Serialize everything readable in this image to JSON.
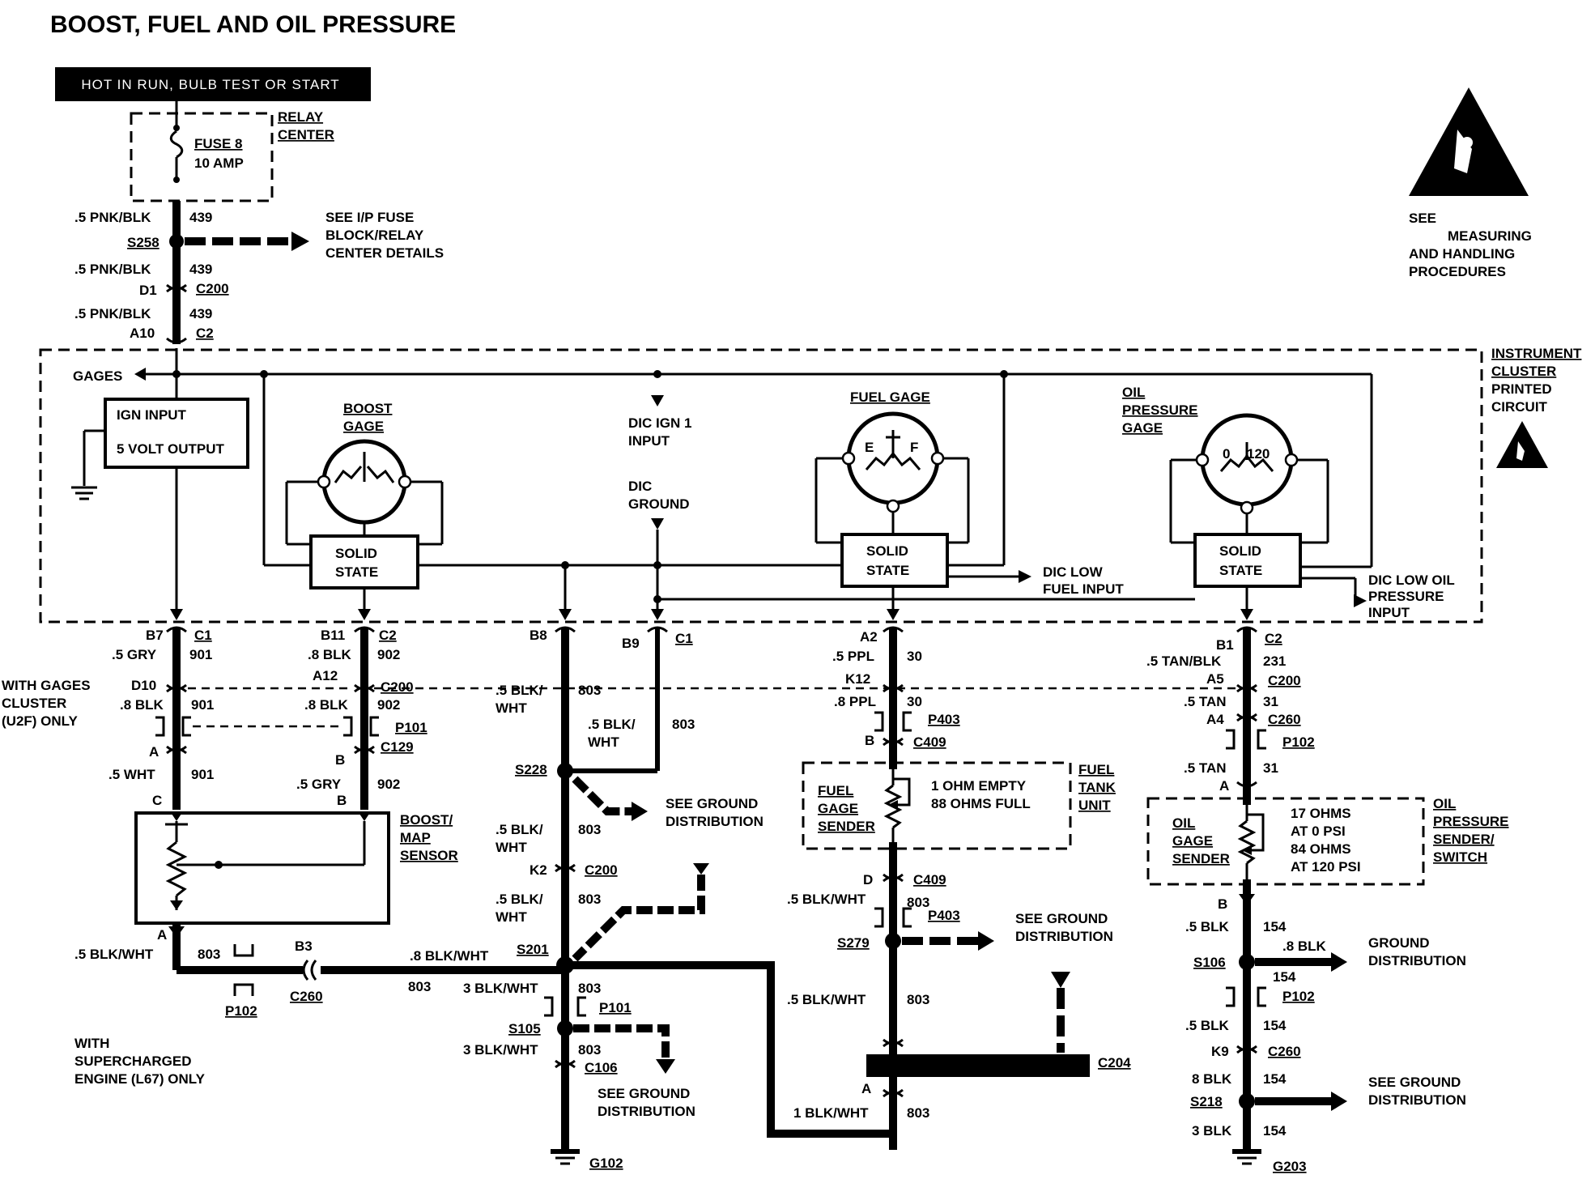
{
  "title": "BOOST, FUEL AND OIL PRESSURE",
  "hot_bar": "HOT IN RUN, BULB TEST OR START",
  "relay": {
    "label1": "RELAY",
    "label2": "CENTER",
    "fuse1": "FUSE 8",
    "fuse2": "10 AMP"
  },
  "esd": {
    "see": "SEE",
    "l1": "MEASURING",
    "l2": "AND HANDLING",
    "l3": "PROCEDURES"
  },
  "feed": {
    "w1": ".5 PNK/BLK",
    "c1": "439",
    "splice": "S258",
    "see1": "SEE I/P FUSE",
    "see2": "BLOCK/RELAY",
    "see3": "CENTER DETAILS",
    "w2": ".5 PNK/BLK",
    "c2": "439",
    "pin_d1": "D1",
    "conn_c200": "C200",
    "w3": ".5 PNK/BLK",
    "c3": "439",
    "pin_a10": "A10",
    "conn_c2": "C2"
  },
  "cluster": {
    "l1": "INSTRUMENT",
    "l2": "CLUSTER",
    "l3": "PRINTED",
    "l4": "CIRCUIT",
    "gages": "GAGES",
    "ign_input": "IGN INPUT",
    "volt_output": "5 VOLT OUTPUT",
    "boost_gage1": "BOOST",
    "boost_gage2": "GAGE",
    "solid1": "SOLID",
    "solid2": "STATE",
    "dic_ign1": "DIC IGN 1",
    "dic_ign2": "INPUT",
    "dic_gnd1": "DIC",
    "dic_gnd2": "GROUND",
    "fuel_gage": "FUEL GAGE",
    "gage_e": "E",
    "gage_f": "F",
    "oil_gage1": "OIL",
    "oil_gage2": "PRESSURE",
    "oil_gage3": "GAGE",
    "oil_0": "0",
    "oil_120": "120",
    "dic_low_fuel1": "DIC LOW",
    "dic_low_fuel2": "FUEL INPUT",
    "dic_low_oil1": "DIC LOW OIL",
    "dic_low_oil2": "PRESSURE",
    "dic_low_oil3": "INPUT"
  },
  "boost_circuit": {
    "pin_b7": "B7",
    "conn_c1": "C1",
    "w_gry": ".5 GRY",
    "c901": "901",
    "pin_b11": "B11",
    "conn_c2": "C2",
    "w_blk": ".8 BLK",
    "c902": "902",
    "with_gages1": "WITH GAGES",
    "with_gages2": "CLUSTER",
    "with_gages3": "(U2F) ONLY",
    "pin_d10": "D10",
    "pin_a12": "A12",
    "conn_c200": "C200",
    "w_blk2": ".8 BLK",
    "c901b": "901",
    "w_blk3": ".8 BLK",
    "c902b": "902",
    "conn_p101": "P101",
    "pin_a": "A",
    "pin_b": "B",
    "conn_c129": "C129",
    "w_wht": ".5 WHT",
    "c901c": "901",
    "w_gry2": ".5 GRY",
    "c902c": "902",
    "pin_c": "C",
    "pin_b2": "B",
    "sensor1": "BOOST/",
    "sensor2": "MAP",
    "sensor3": "SENSOR",
    "pin_a2": "A",
    "w_blkwht": ".5 BLK/WHT",
    "c803": "803",
    "pin_b3": "B3",
    "conn_p102": "P102",
    "conn_c260": "C260",
    "w_blkwht2": ".8 BLK/WHT",
    "c803b": "803",
    "with_sc1": "WITH",
    "with_sc2": "SUPERCHARGED",
    "with_sc3": "ENGINE (L67) ONLY"
  },
  "ground_center": {
    "pin_b8": "B8",
    "pin_b9": "B9",
    "conn_c1": "C1",
    "w1a": ".5 BLK/",
    "w1b": "WHT",
    "c1": "803",
    "w2a": ".5 BLK/",
    "w2b": "WHT",
    "c2": "803",
    "s228": "S228",
    "see_gnd1": "SEE GROUND",
    "see_gnd2": "DISTRIBUTION",
    "w3a": ".5 BLK/",
    "w3b": "WHT",
    "c3": "803",
    "pin_k2": "K2",
    "conn_c200": "C200",
    "w4a": ".5 BLK/",
    "w4b": "WHT",
    "c4": "803",
    "s201": "S201",
    "w5": "3 BLK/WHT",
    "c5": "803",
    "conn_p101": "P101",
    "s105": "S105",
    "w6": "3 BLK/WHT",
    "c6": "803",
    "conn_c106": "C106",
    "see_gnd3": "SEE GROUND",
    "see_gnd4": "DISTRIBUTION",
    "g102": "G102"
  },
  "fuel_circuit": {
    "pin_a2": "A2",
    "w_ppl": ".5 PPL",
    "c30": "30",
    "pin_k12": "K12",
    "w_ppl2": ".8 PPL",
    "c30b": "30",
    "conn_p403": "P403",
    "pin_b": "B",
    "conn_c409": "C409",
    "sender1": "FUEL",
    "sender2": "GAGE",
    "sender3": "SENDER",
    "ohm1": "1 OHM EMPTY",
    "ohm2": "88 OHMS FULL",
    "tank1": "FUEL",
    "tank2": "TANK",
    "tank3": "UNIT",
    "pin_d": "D",
    "conn_c409b": "C409",
    "w_blkwht": ".5 BLK/WHT",
    "c803": "803",
    "conn_p403b": "P403",
    "s279": "S279",
    "see_gnd1": "SEE GROUND",
    "see_gnd2": "DISTRIBUTION",
    "w_blkwht2": ".5 BLK/WHT",
    "c803b": "803",
    "conn_c204": "C204",
    "pin_a": "A",
    "w_blkwht3": "1 BLK/WHT",
    "c803c": "803"
  },
  "oil_circuit": {
    "pin_b1": "B1",
    "conn_c2": "C2",
    "w_tanblk": ".5 TAN/BLK",
    "c231": "231",
    "pin_a5": "A5",
    "conn_c200": "C200",
    "w_tan": ".5 TAN",
    "c31": "31",
    "pin_a4": "A4",
    "conn_c260": "C260",
    "conn_p102": "P102",
    "w_tan2": ".5 TAN",
    "c31b": "31",
    "pin_a": "A",
    "sender1": "OIL",
    "sender2": "GAGE",
    "sender3": "SENDER",
    "ohm1": "17 OHMS",
    "ohm2": "AT 0 PSI",
    "ohm3": "84 OHMS",
    "ohm4": "AT 120 PSI",
    "sw1": "OIL",
    "sw2": "PRESSURE",
    "sw3": "SENDER/",
    "sw4": "SWITCH",
    "pin_b": "B",
    "w_blk": ".5 BLK",
    "c154": "154",
    "s106": "S106",
    "w_blk2": ".8 BLK",
    "c154b": "154",
    "gd1": "GROUND",
    "gd2": "DISTRIBUTION",
    "conn_p102b": "P102",
    "w_blk3": ".5 BLK",
    "c154c": "154",
    "pin_k9": "K9",
    "conn_c260b": "C260",
    "w_blk4": "8 BLK",
    "c154d": "154",
    "s218": "S218",
    "see_gnd1": "SEE GROUND",
    "see_gnd2": "DISTRIBUTION",
    "w_blk5": "3 BLK",
    "c154e": "154",
    "g203": "G203"
  }
}
